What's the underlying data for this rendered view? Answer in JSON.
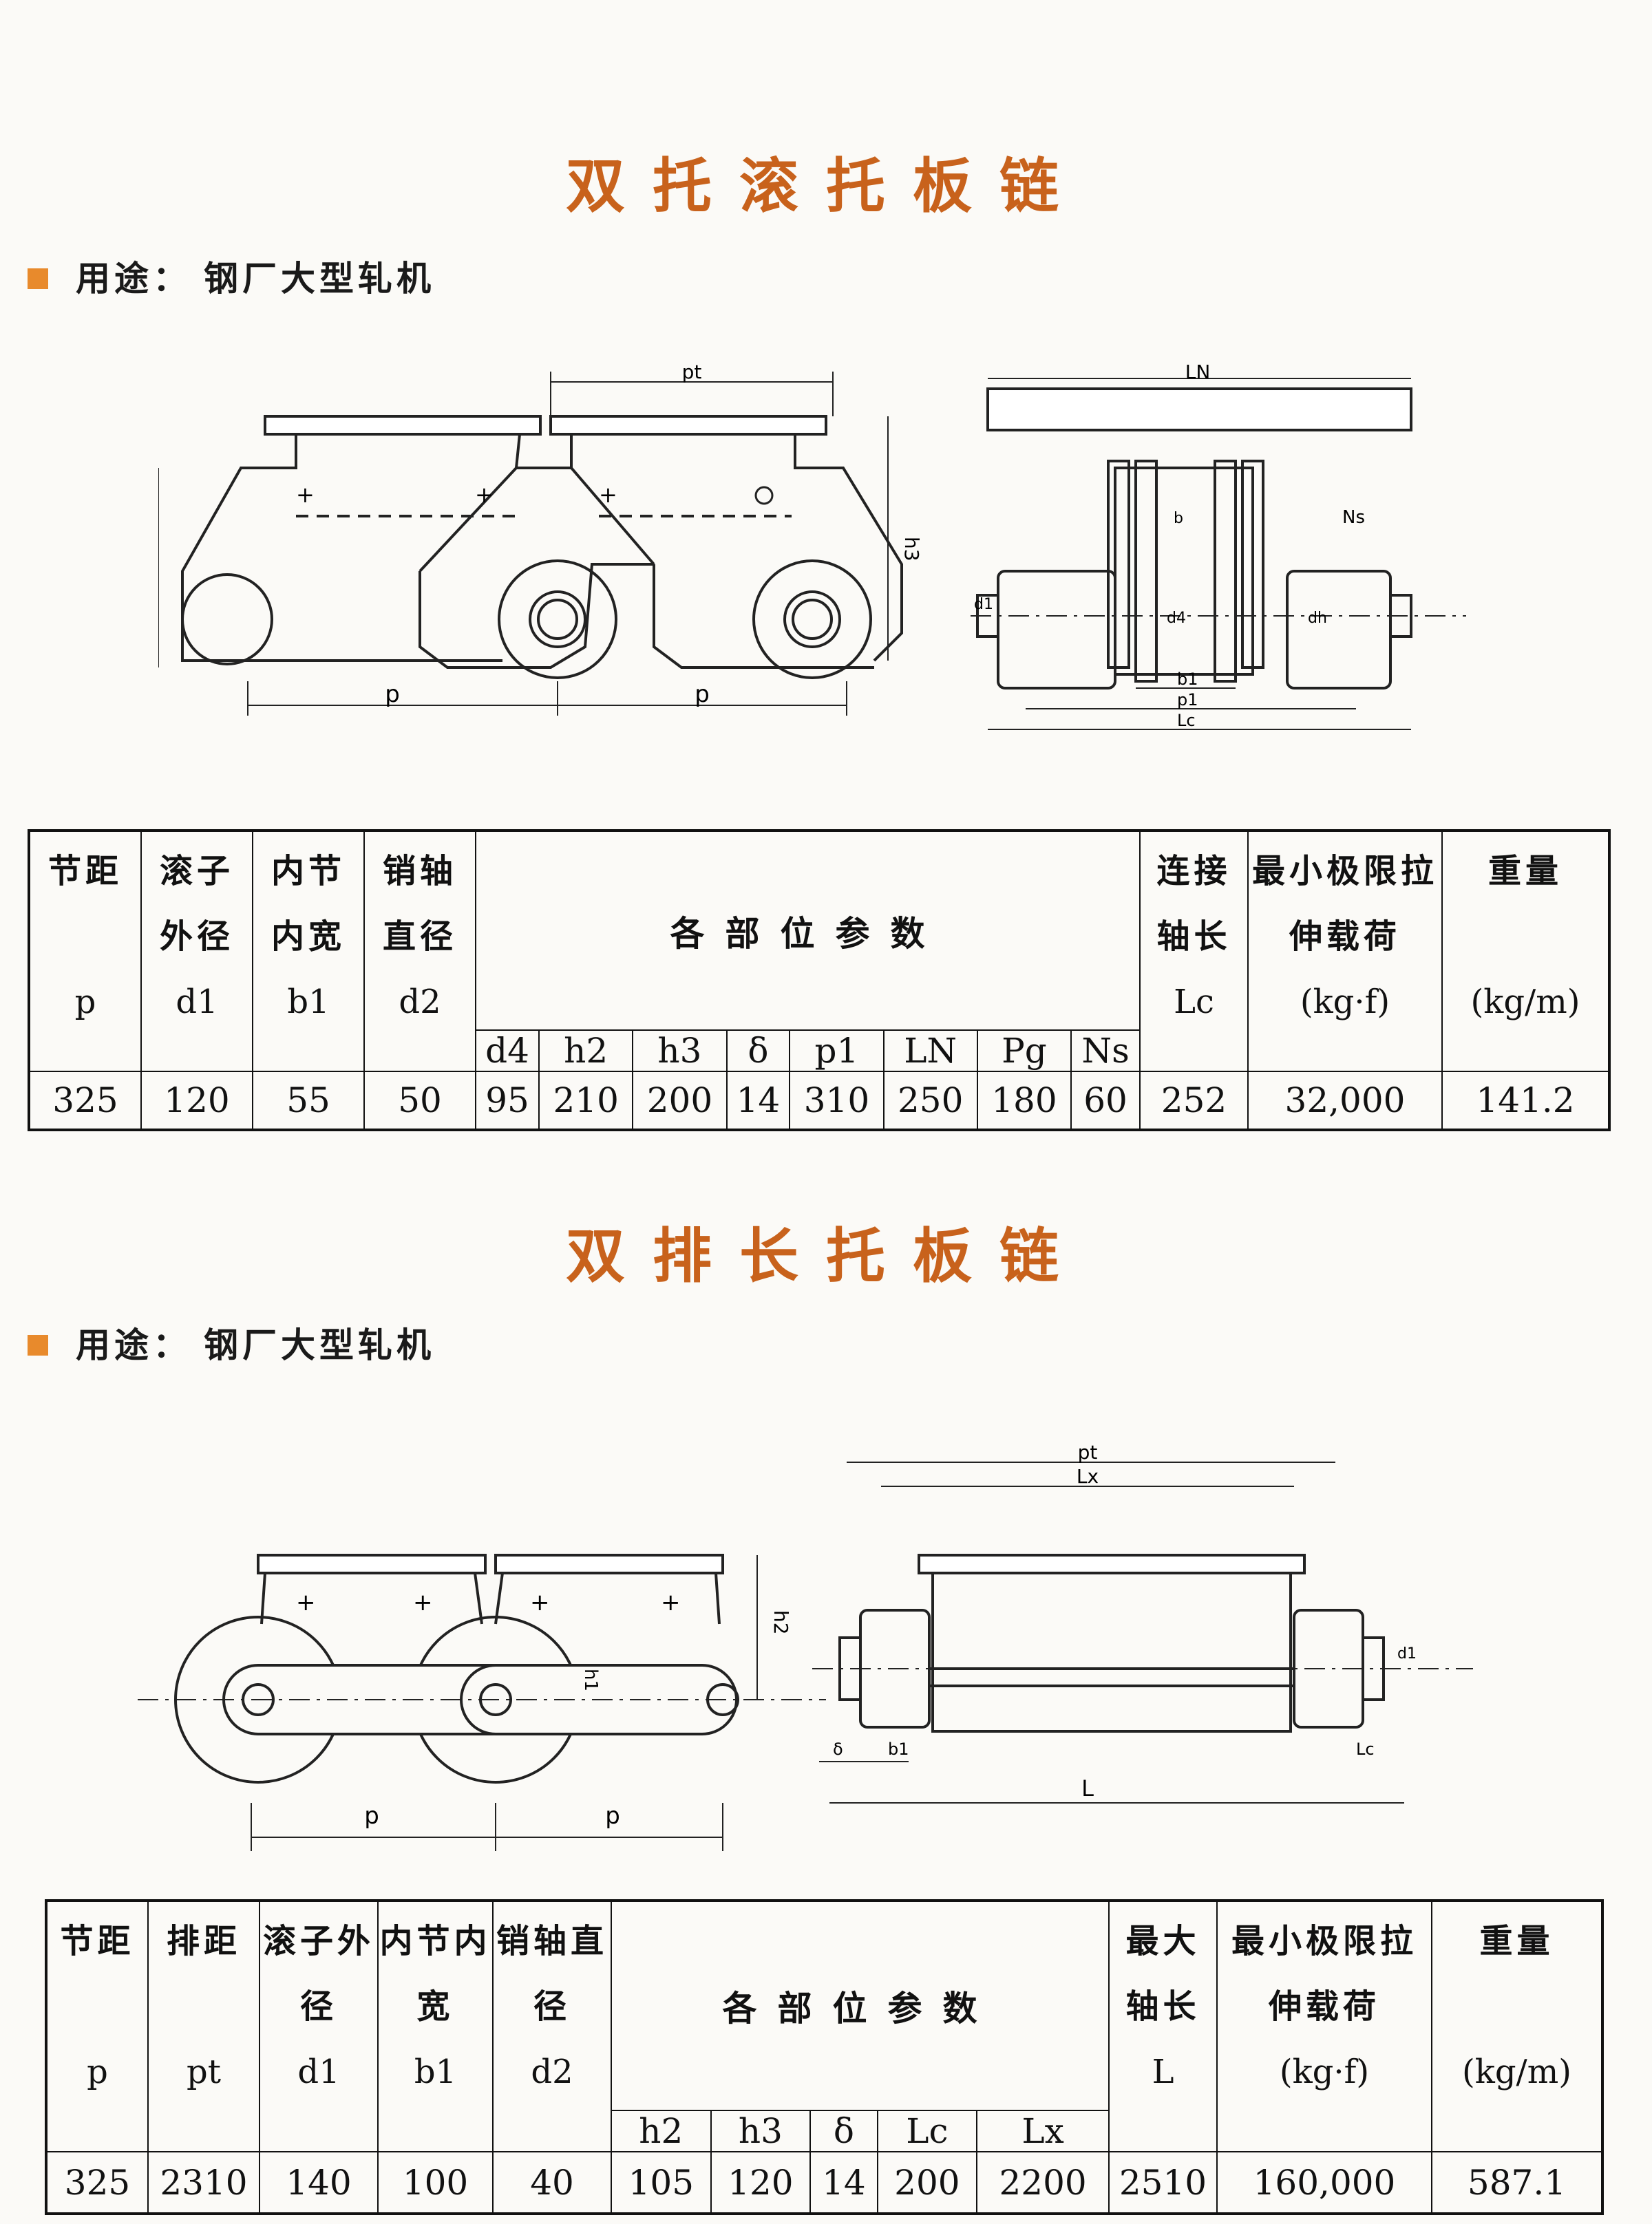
{
  "section1": {
    "title": "双托滚托板链",
    "usage_label": "用途：",
    "usage_text": "钢厂大型轧机",
    "drawing_labels": {
      "pt": "pt",
      "p": "p",
      "h3": "h3",
      "LN": "LN",
      "Ns": "Ns",
      "b": "b",
      "d1": "d1",
      "d4": "d4",
      "dh": "dh",
      "b1": "b1",
      "p1": "p1",
      "Lc": "Lc"
    },
    "table": {
      "headers": [
        {
          "label": "节距",
          "symbol": "p"
        },
        {
          "label": "滚子外径",
          "symbol": "d1"
        },
        {
          "label": "内节内宽",
          "symbol": "b1"
        },
        {
          "label": "销轴直径",
          "symbol": "d2"
        }
      ],
      "group_header": "各部位参数",
      "group_cols": [
        "d4",
        "h2",
        "h3",
        "δ",
        "p1",
        "LN",
        "Pg",
        "Ns"
      ],
      "tail_headers": [
        {
          "label": "连接轴长",
          "symbol": "Lc"
        },
        {
          "label": "最小极限拉伸载荷",
          "symbol": "(kg·f)"
        },
        {
          "label": "重量",
          "symbol": "(kg/m)"
        }
      ],
      "row": [
        "325",
        "120",
        "55",
        "50",
        "95",
        "210",
        "200",
        "14",
        "310",
        "250",
        "180",
        "60",
        "252",
        "32,000",
        "141.2"
      ]
    }
  },
  "section2": {
    "title": "双排长托板链",
    "usage_label": "用途：",
    "usage_text": "钢厂大型轧机",
    "drawing_labels": {
      "pt": "pt",
      "Lx": "Lx",
      "h2": "h2",
      "h1": "h1",
      "p": "p",
      "d1": "d1",
      "delta": "δ",
      "b1": "b1",
      "Lc": "Lc",
      "L": "L"
    },
    "table": {
      "headers": [
        {
          "label": "节距",
          "symbol": "p"
        },
        {
          "label": "排距",
          "symbol": "pt"
        },
        {
          "label": "滚子外径",
          "symbol": "d1"
        },
        {
          "label": "内节内宽",
          "symbol": "b1"
        },
        {
          "label": "销轴直径",
          "symbol": "d2"
        }
      ],
      "group_header": "各部位参数",
      "group_cols": [
        "h2",
        "h3",
        "δ",
        "Lc",
        "Lx"
      ],
      "tail_headers": [
        {
          "label": "最大轴长",
          "symbol": "L"
        },
        {
          "label": "最小极限拉伸载荷",
          "symbol": "(kg·f)"
        },
        {
          "label": "重量",
          "symbol": "(kg/m)"
        }
      ],
      "row": [
        "325",
        "2310",
        "140",
        "100",
        "40",
        "105",
        "120",
        "14",
        "200",
        "2200",
        "2510",
        "160,000",
        "587.1"
      ]
    }
  }
}
